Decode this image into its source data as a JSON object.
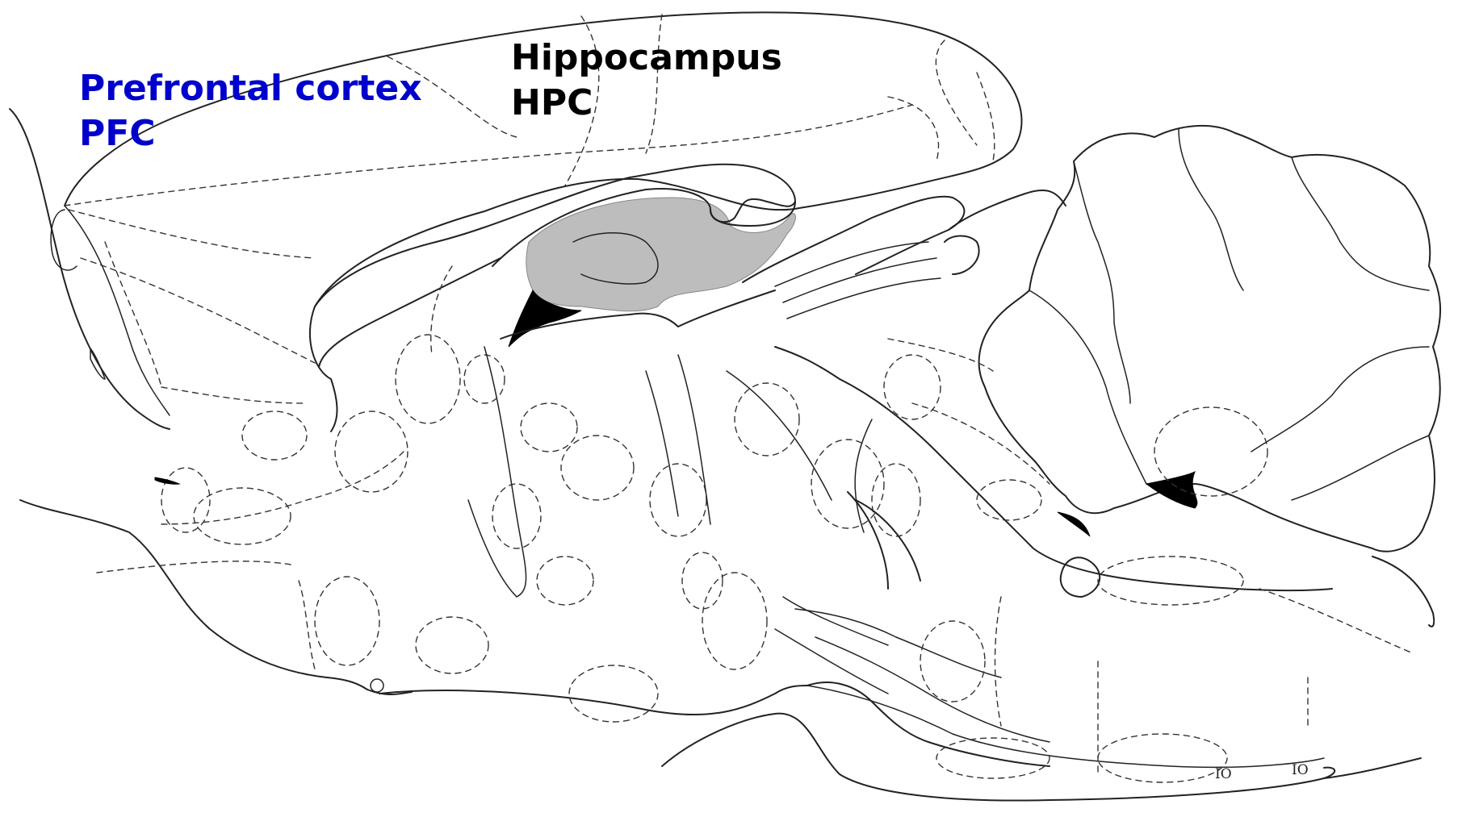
{
  "labels": {
    "pfc": {
      "name": "Prefrontal cortex",
      "abbr": "PFC",
      "color": "#0000cc"
    },
    "hpc": {
      "name": "Hippocampus",
      "abbr": "HPC",
      "color": "#000000"
    }
  },
  "region_labels": {
    "io_1": "IO",
    "io_2": "IO"
  },
  "colors": {
    "hippocampus_fill": "#bdbdbd",
    "ventricle_fill": "#000000",
    "outline": "#222222"
  }
}
